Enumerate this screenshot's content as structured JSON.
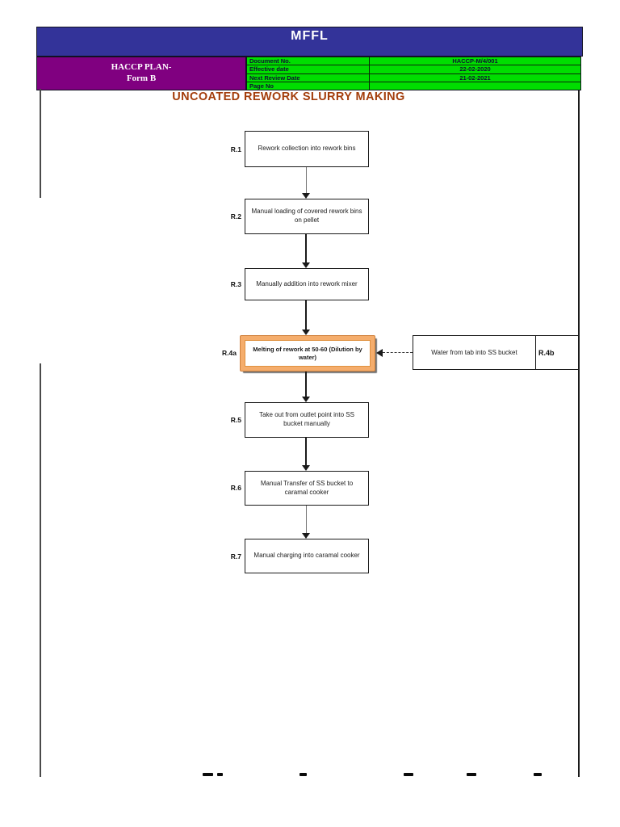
{
  "header": {
    "company": "MFFL",
    "form_line1": "HACCP PLAN-",
    "form_line2": "Form B",
    "doc_table": {
      "rows": [
        {
          "label": "Document No.",
          "value": "HACCP-M/4/001"
        },
        {
          "label": "Effective date",
          "value": "22-02-2020"
        },
        {
          "label": "Next Review Date",
          "value": "21-02-2021"
        },
        {
          "label": "Page No",
          "value": ""
        }
      ]
    }
  },
  "title": "UNCOATED REWORK SLURRY MAKING",
  "flow": {
    "steps": [
      {
        "id": "R.1",
        "label": "Rework collection into rework bins"
      },
      {
        "id": "R.2",
        "label": "Manual loading of covered rework bins on pellet"
      },
      {
        "id": "R.3",
        "label": "Manually addition into rework mixer"
      },
      {
        "id": "R.4a",
        "label": "Melting of rework at 50-60 (Dilution by water)"
      },
      {
        "id": "R.5",
        "label": "Take out from outlet point into SS bucket manually"
      },
      {
        "id": "R.6",
        "label": "Manual Transfer of  SS bucket to caramal cooker"
      },
      {
        "id": "R.7",
        "label": "Manual charging into caramal cooker"
      }
    ],
    "side_input": {
      "id": "R.4b",
      "label": "Water from tab into SS bucket"
    }
  },
  "colors": {
    "banner_navy": "#333399",
    "form_purple": "#800080",
    "table_green": "#00DE00",
    "title_text": "#A33D0B",
    "ccp_highlight_orange": "#F5AD6C"
  }
}
